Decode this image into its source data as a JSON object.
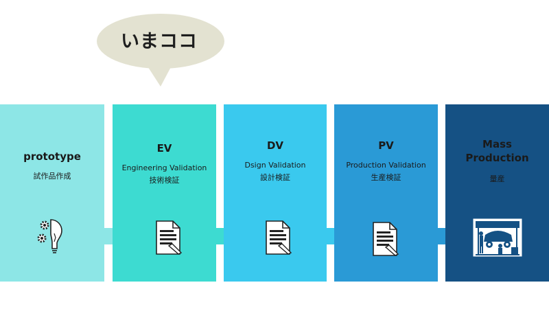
{
  "bubble": {
    "text": "いまココ"
  },
  "stages": [
    {
      "title": "prototype",
      "subtitle": "試作品作成",
      "color": "#8de6e6",
      "icon": "bulb-gear-icon"
    },
    {
      "title": "EV",
      "subtitle_line1": "Engineering Validation",
      "subtitle_line2": "技術検証",
      "color": "#3ddbd1",
      "icon": "document-pen-icon"
    },
    {
      "title": "DV",
      "subtitle_line1": "Dsign Validation",
      "subtitle_line2": "設計検証",
      "color": "#3ac9ee",
      "icon": "document-pen-icon"
    },
    {
      "title": "PV",
      "subtitle_line1": "Production Validation",
      "subtitle_line2": "生産検証",
      "color": "#2a9ad6",
      "icon": "document-pen-icon"
    },
    {
      "title_line1": "Mass",
      "title_line2": "Production",
      "subtitle": "量産",
      "color": "#155184",
      "icon": "factory-workers-icon"
    }
  ],
  "colors": {
    "bubble_fill": "#e3e2d1",
    "arrow": "#8de6e6"
  }
}
